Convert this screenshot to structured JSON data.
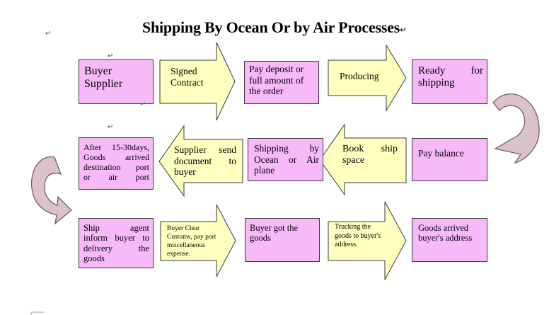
{
  "title": "Shipping By Ocean Or by Air Processes",
  "colors": {
    "box_fill": "#f7b9f7",
    "arrow_fill": "#ffffc0",
    "curve_fill": "#dcc0cc",
    "border": "#3a3a3a"
  },
  "row1": {
    "buyer_supplier": "Buyer\nSupplier",
    "signed_contract": "Signed\nContract",
    "pay_deposit": "Pay deposit or\nfull amount of\nthe order",
    "producing": "Producing",
    "ready_for_shipping": "Ready for\nshipping"
  },
  "row2": {
    "pay_balance": "Pay balance",
    "book_ship_space": "Book ship\nspace",
    "shipping_by_ocean_or_air": "Shipping by\nOcean or Air\nplane",
    "supplier_send_document": "Supplier send\ndocument to\nbuyer",
    "goods_arrived_destination": "After 15-30days,\nGoods arrived\ndestination port\nor air port"
  },
  "row3": {
    "ship_agent_inform": "Ship agent\ninform buyer to\ndelivery the\ngoods",
    "buyer_clear_customs": "Buyer Clear\nCustoms, pay port\nmiscellaneous\nexpense.",
    "buyer_got_goods": "Buyer got the\ngoods",
    "trucking_goods": "Trucking the\ngoods to buyer's\naddress.",
    "goods_arrived_address": "Goods arrived\nbuyer's address"
  }
}
